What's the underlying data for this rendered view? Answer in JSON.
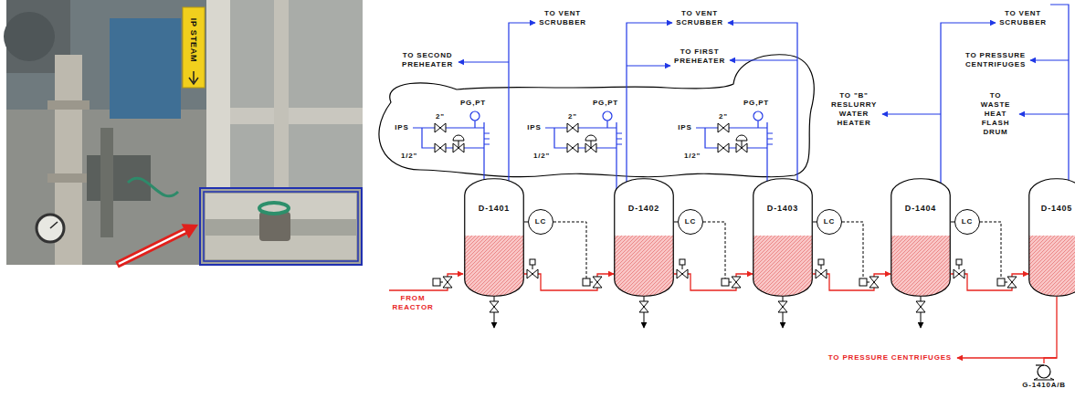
{
  "diagram": {
    "nodes": [
      {
        "text": [
          "D-1401"
        ]
      },
      {
        "text": [
          "D-1402"
        ]
      },
      {
        "text": [
          "D-1403"
        ]
      },
      {
        "text": [
          "D-1404"
        ]
      },
      {
        "text": [
          "D-1405"
        ]
      },
      {
        "text": [
          "LC"
        ]
      },
      {
        "text": [
          "LC"
        ]
      },
      {
        "text": [
          "LC"
        ]
      },
      {
        "text": [
          "LC"
        ]
      },
      {
        "text": [
          "G-1410A/B"
        ]
      }
    ],
    "edges": [
      {
        "from": 0,
        "to": 1,
        "arrow": "to"
      },
      {
        "from": 1,
        "to": 2,
        "arrow": "to"
      },
      {
        "from": 2,
        "to": 3,
        "arrow": "to"
      },
      {
        "from": 3,
        "to": 4,
        "arrow": "to"
      },
      {
        "from": 4,
        "to": 9,
        "arrow": "none"
      }
    ],
    "labels": [
      "IP STEAM",
      "TO SECOND PREHEATER",
      "TO VENT SCRUBBER",
      "TO VENT SCRUBBER",
      "TO FIRST PREHEATER",
      "TO VENT SCRUBBER",
      "TO \"B\" RESLURRY WATER HEATER",
      "TO PRESSURE CENTRIFUGES",
      "TO WASTE HEAT FLASH DRUM",
      "PG,PT",
      "IPS",
      "2\"",
      "1/2\"",
      "PG,PT",
      "IPS",
      "2\"",
      "1/2\"",
      "PG,PT",
      "IPS",
      "2\"",
      "1/2\"",
      "FROM REACTOR",
      "TO PRESSURE CENTRIFUGES"
    ]
  }
}
